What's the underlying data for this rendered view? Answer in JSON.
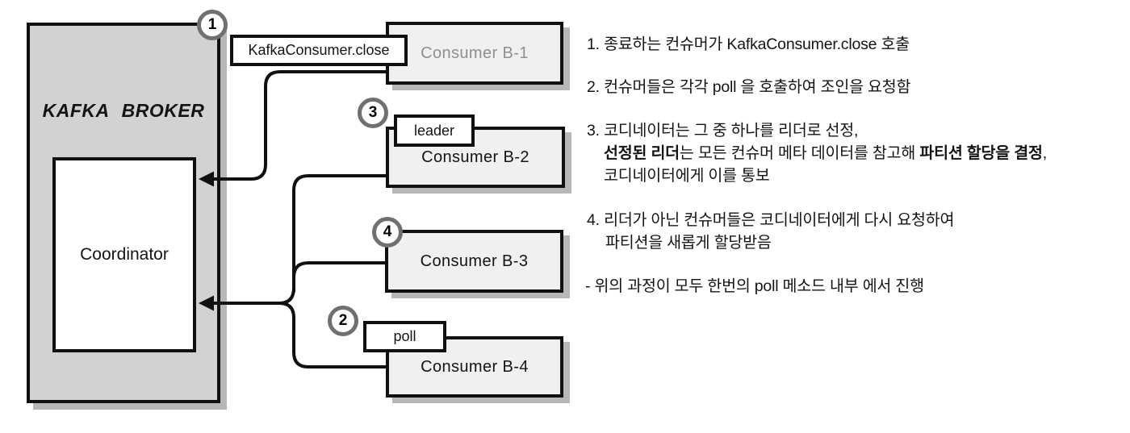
{
  "diagram": {
    "broker_label": "KAFKA BROKER",
    "coordinator_label": "Coordinator",
    "consumers": {
      "b1": "Consumer B-1",
      "b2": "Consumer B-2",
      "b3": "Consumer B-3",
      "b4": "Consumer B-4"
    },
    "tags": {
      "close": "KafkaConsumer.close",
      "leader": "leader",
      "poll": "poll"
    },
    "badges": {
      "s1": "1",
      "s2": "2",
      "s3": "3",
      "s4": "4"
    }
  },
  "notes": {
    "n1": "1. 종료하는 컨슈머가 KafkaConsumer.close 호출",
    "n2": "2. 컨슈머들은 각각 poll 을 호출하여 조인을 요청함",
    "n3_l1": "3. 코디네이터는 그 중 하나를 리더로 선정,",
    "n3_l2_b1": "선정된 리더",
    "n3_l2_t1": "는 모든 컨슈머 메타 데이터를 참고해 ",
    "n3_l2_b2": "파티션 할당을 결정",
    "n3_l2_t2": ",",
    "n3_l3": "코디네이터에게 이를 통보",
    "n4_l1": "4. 리더가 아닌 컨슈머들은 코디네이터에게 다시 요청하여",
    "n4_l2": "파티션을 새롭게 할당받음",
    "n5": "- 위의 과정이 모두 한번의 poll 메소드 내부 에서 진행"
  },
  "colors": {
    "background": "#ffffff",
    "broker_fill": "#d2d2d2",
    "consumer_fill": "#f0f0f0",
    "outline": "#101010",
    "shadow": "#b7b7b7",
    "badge_ring": "#707070",
    "inactive_text": "#8f8f8f",
    "text": "#141414"
  }
}
